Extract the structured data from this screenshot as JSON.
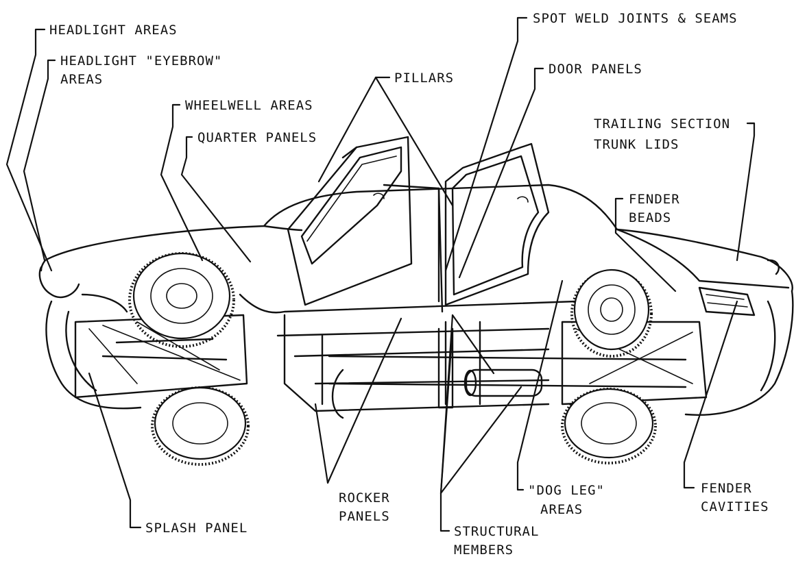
{
  "labels": {
    "headlight_areas": "HEADLIGHT AREAS",
    "headlight_eyebrow_1": "HEADLIGHT \"EYEBROW\"",
    "headlight_eyebrow_2": "AREAS",
    "wheelwell_areas": "WHEELWELL AREAS",
    "quarter_panels": "QUARTER PANELS",
    "pillars": "PILLARS",
    "spot_weld": "SPOT WELD JOINTS & SEAMS",
    "door_panels": "DOOR PANELS",
    "trailing_section": "TRAILING SECTION",
    "trunk_lids": "TRUNK LIDS",
    "fender_beads_1": "FENDER",
    "fender_beads_2": "BEADS",
    "rocker_panels_1": "ROCKER",
    "rocker_panels_2": "PANELS",
    "dog_leg_1": "\"DOG LEG\"",
    "dog_leg_2": "AREAS",
    "fender_cavities_1": "FENDER",
    "fender_cavities_2": "CAVITIES",
    "splash_panel": "SPLASH PANEL",
    "structural_members_1": "STRUCTURAL",
    "structural_members_2": "MEMBERS"
  },
  "colors": {
    "ink": "#111111",
    "paper": "#ffffff"
  }
}
